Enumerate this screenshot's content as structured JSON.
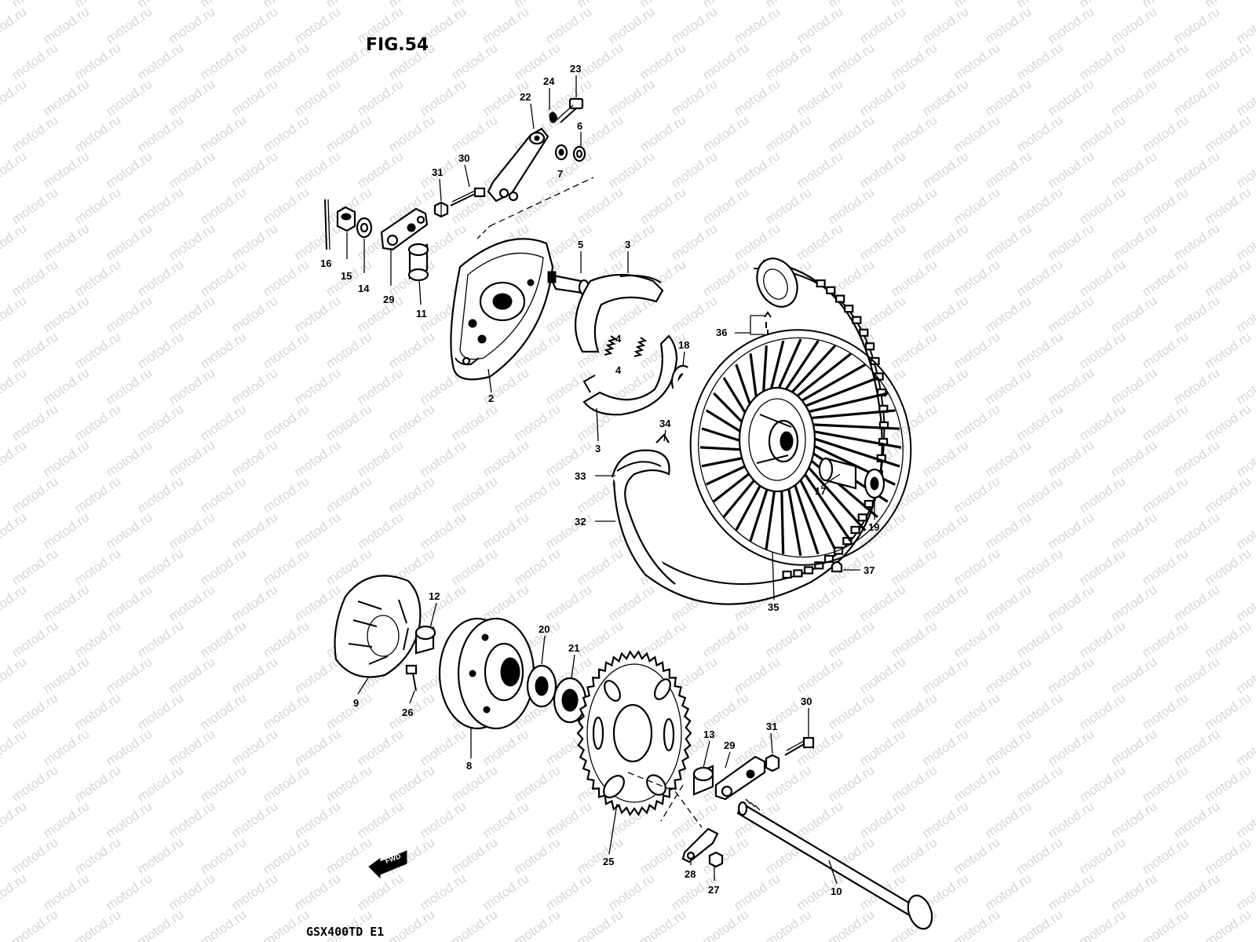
{
  "figure": {
    "title": "FIG.54",
    "model": "GSX400TD  E1",
    "fwd_label": "FWD"
  },
  "watermark": "motod.ru",
  "callouts": [
    {
      "id": "c23",
      "text": "23"
    },
    {
      "id": "c24",
      "text": "24"
    },
    {
      "id": "c22",
      "text": "22"
    },
    {
      "id": "c6",
      "text": "6"
    },
    {
      "id": "c7",
      "text": "7"
    },
    {
      "id": "c30a",
      "text": "30"
    },
    {
      "id": "c31a",
      "text": "31"
    },
    {
      "id": "c16",
      "text": "16"
    },
    {
      "id": "c15",
      "text": "15"
    },
    {
      "id": "c14",
      "text": "14"
    },
    {
      "id": "c29a",
      "text": "29"
    },
    {
      "id": "c11",
      "text": "11"
    },
    {
      "id": "c5",
      "text": "5"
    },
    {
      "id": "c3a",
      "text": "3"
    },
    {
      "id": "c4a",
      "text": "4"
    },
    {
      "id": "c4b",
      "text": "4"
    },
    {
      "id": "c2",
      "text": "2"
    },
    {
      "id": "c3b",
      "text": "3"
    },
    {
      "id": "c36",
      "text": "36"
    },
    {
      "id": "c18",
      "text": "18"
    },
    {
      "id": "c34",
      "text": "34"
    },
    {
      "id": "c33",
      "text": "33"
    },
    {
      "id": "c32",
      "text": "32"
    },
    {
      "id": "c17",
      "text": "17"
    },
    {
      "id": "c19",
      "text": "19"
    },
    {
      "id": "c37",
      "text": "37"
    },
    {
      "id": "c35",
      "text": "35"
    },
    {
      "id": "c12",
      "text": "12"
    },
    {
      "id": "c20",
      "text": "20"
    },
    {
      "id": "c21",
      "text": "21"
    },
    {
      "id": "c9",
      "text": "9"
    },
    {
      "id": "c26",
      "text": "26"
    },
    {
      "id": "c8",
      "text": "8"
    },
    {
      "id": "c30b",
      "text": "30"
    },
    {
      "id": "c13",
      "text": "13"
    },
    {
      "id": "c29b",
      "text": "29"
    },
    {
      "id": "c31b",
      "text": "31"
    },
    {
      "id": "c25",
      "text": "25"
    },
    {
      "id": "c28",
      "text": "28"
    },
    {
      "id": "c27",
      "text": "27"
    },
    {
      "id": "c10",
      "text": "10"
    }
  ]
}
